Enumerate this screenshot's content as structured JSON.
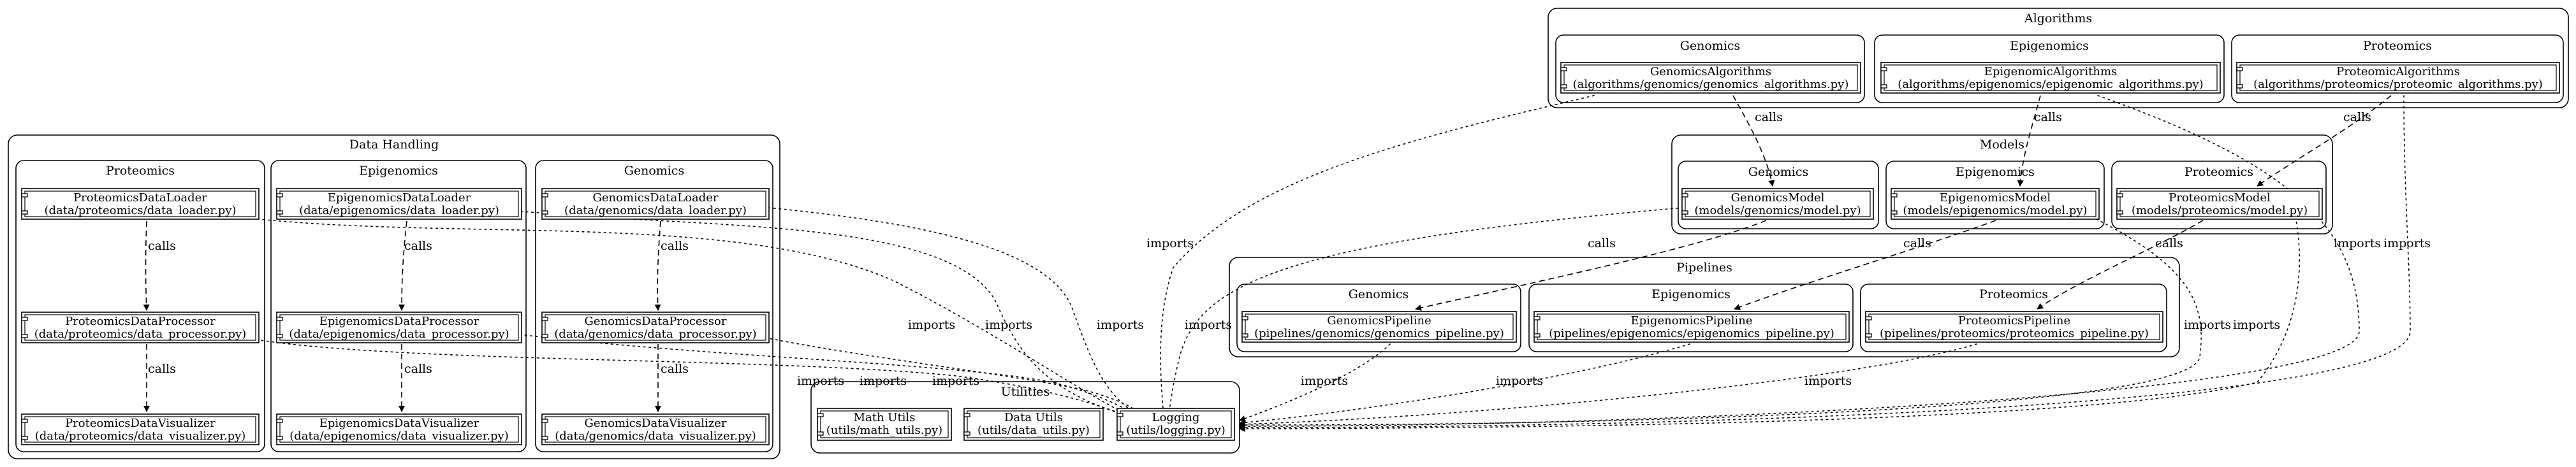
{
  "clusters": {
    "algorithms": "Algorithms",
    "models": "Models",
    "pipelines": "Pipelines",
    "data_handling": "Data Handling",
    "utilities": "Utilities"
  },
  "groups": {
    "genomics": "Genomics",
    "epigenomics": "Epigenomics",
    "proteomics": "Proteomics"
  },
  "nodes": {
    "genomics_algorithms": [
      "GenomicsAlgorithms",
      "(algorithms/genomics/genomics_algorithms.py)"
    ],
    "epigenomic_algorithms": [
      "EpigenomicAlgorithms",
      "(algorithms/epigenomics/epigenomic_algorithms.py)"
    ],
    "proteomic_algorithms": [
      "ProteomicAlgorithms",
      "(algorithms/proteomics/proteomic_algorithms.py)"
    ],
    "genomics_model": [
      "GenomicsModel",
      "(models/genomics/model.py)"
    ],
    "epigenomics_model": [
      "EpigenomicsModel",
      "(models/epigenomics/model.py)"
    ],
    "proteomics_model": [
      "ProteomicsModel",
      "(models/proteomics/model.py)"
    ],
    "genomics_pipeline": [
      "GenomicsPipeline",
      "(pipelines/genomics/genomics_pipeline.py)"
    ],
    "epigenomics_pipeline": [
      "EpigenomicsPipeline",
      "(pipelines/epigenomics/epigenomics_pipeline.py)"
    ],
    "proteomics_pipeline": [
      "ProteomicsPipeline",
      "(pipelines/proteomics/proteomics_pipeline.py)"
    ],
    "proteomics_data_loader": [
      "ProteomicsDataLoader",
      "(data/proteomics/data_loader.py)"
    ],
    "proteomics_data_processor": [
      "ProteomicsDataProcessor",
      "(data/proteomics/data_processor.py)"
    ],
    "proteomics_data_visualizer": [
      "ProteomicsDataVisualizer",
      "(data/proteomics/data_visualizer.py)"
    ],
    "epigenomics_data_loader": [
      "EpigenomicsDataLoader",
      "(data/epigenomics/data_loader.py)"
    ],
    "epigenomics_data_processor": [
      "EpigenomicsDataProcessor",
      "(data/epigenomics/data_processor.py)"
    ],
    "epigenomics_data_visualizer": [
      "EpigenomicsDataVisualizer",
      "(data/epigenomics/data_visualizer.py)"
    ],
    "genomics_data_loader": [
      "GenomicsDataLoader",
      "(data/genomics/data_loader.py)"
    ],
    "genomics_data_processor": [
      "GenomicsDataProcessor",
      "(data/genomics/data_processor.py)"
    ],
    "genomics_data_visualizer": [
      "GenomicsDataVisualizer",
      "(data/genomics/data_visualizer.py)"
    ],
    "math_utils": [
      "Math Utils",
      "(utils/math_utils.py)"
    ],
    "data_utils": [
      "Data Utils",
      "(utils/data_utils.py)"
    ],
    "logging": [
      "Logging",
      "(utils/logging.py)"
    ]
  },
  "edge_labels": {
    "calls": "calls",
    "imports": "imports"
  }
}
